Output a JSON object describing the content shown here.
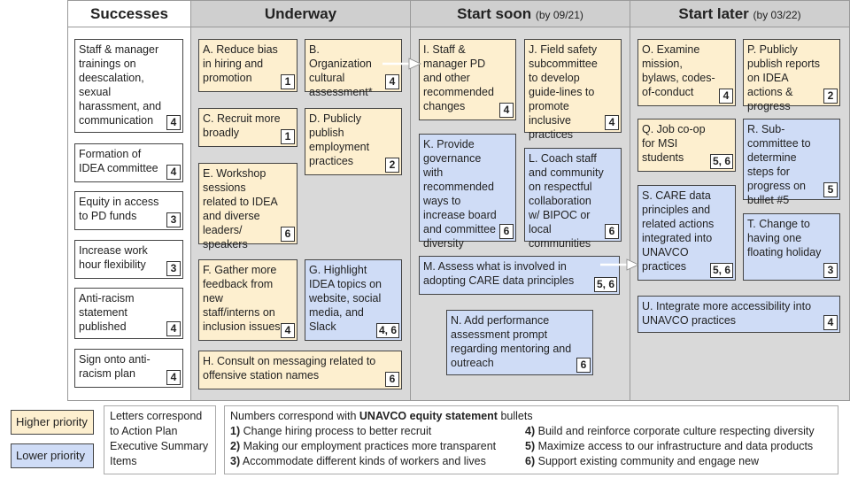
{
  "columns": {
    "successes": {
      "title": "Successes"
    },
    "underway": {
      "title": "Underway"
    },
    "start_soon": {
      "title": "Start soon",
      "sub": "(by 09/21)"
    },
    "start_later": {
      "title": "Start later",
      "sub": "(by 03/22)"
    }
  },
  "successes": [
    {
      "text": "Staff & manager trainings on deescalation, sexual harassment, and communication",
      "badge": "4"
    },
    {
      "text": "Formation of IDEA committee",
      "badge": "4"
    },
    {
      "text": "Equity in access to PD funds",
      "badge": "3"
    },
    {
      "text": "Increase work hour flexibility",
      "badge": "3"
    },
    {
      "text": "Anti-racism statement published",
      "badge": "4"
    },
    {
      "text": "Sign onto anti-racism plan",
      "badge": "4"
    }
  ],
  "underway": [
    {
      "text": "A. Reduce bias in hiring and promotion",
      "badge": "1"
    },
    {
      "text": "B. Organization cultural assessment*",
      "badge": "4"
    },
    {
      "text": "C. Recruit more broadly",
      "badge": "1"
    },
    {
      "text": "D. Publicly publish employment practices",
      "badge": "2"
    },
    {
      "text": "E. Workshop sessions related to IDEA and diverse leaders/ speakers",
      "badge": "6"
    },
    {
      "text": "F. Gather more feedback from new staff/interns on inclusion issues",
      "badge": "4"
    },
    {
      "text": "G. Highlight IDEA topics on website, social media, and Slack",
      "badge": "4, 6"
    },
    {
      "text": "H. Consult on messaging related to offensive station names",
      "badge": "6"
    }
  ],
  "start_soon": [
    {
      "text": "I. Staff & manager PD and other recommended changes",
      "badge": "4"
    },
    {
      "text": "J. Field safety subcommittee to develop guide-lines to promote inclusive practices",
      "badge": "4"
    },
    {
      "text": "K. Provide governance with recommended ways to increase board and committee diversity",
      "badge": "6"
    },
    {
      "text": "L. Coach staff and community on respectful collaboration w/ BIPOC or local communities",
      "badge": "6"
    },
    {
      "text": "M. Assess what is involved in adopting CARE data principles",
      "badge": "5, 6"
    },
    {
      "text": "N. Add performance assessment prompt regarding mentoring and outreach",
      "badge": "6"
    }
  ],
  "start_later": [
    {
      "text": "O. Examine mission, bylaws, codes-of-conduct",
      "badge": "4"
    },
    {
      "text": "P. Publicly publish reports on IDEA actions & progress",
      "badge": "2"
    },
    {
      "text": "Q. Job co-op for MSI students",
      "badge": "5, 6"
    },
    {
      "text": "R. Sub-committee to determine steps for progress on bullet #5",
      "badge": "5"
    },
    {
      "text": "S. CARE data principles and related actions integrated into UNAVCO practices",
      "badge": "5, 6"
    },
    {
      "text": "T. Change to having one floating holiday",
      "badge": "3"
    },
    {
      "text": "U. Integrate more accessibility into UNAVCO practices",
      "badge": "4"
    }
  ],
  "legend": {
    "higher": "Higher priority",
    "lower": "Lower priority",
    "letters_note": "Letters correspond to Action Plan Executive Summary Items",
    "numbers_intro": "Numbers correspond with",
    "numbers_bold": "UNAVCO equity statement",
    "numbers_tail": "bullets",
    "bullets": [
      {
        "n": "1)",
        "t": "Change hiring process to better recruit"
      },
      {
        "n": "2)",
        "t": "Making our employment practices more transparent"
      },
      {
        "n": "3)",
        "t": "Accommodate different kinds of workers and lives"
      },
      {
        "n": "4)",
        "t": "Build and reinforce corporate culture respecting diversity"
      },
      {
        "n": "5)",
        "t": "Maximize access to our infrastructure and data products"
      },
      {
        "n": "6)",
        "t": "Support existing community and engage new"
      }
    ]
  },
  "colors": {
    "higher": "#fdefcf",
    "lower": "#cfdcf6",
    "column_bg": "#d9d9d9"
  }
}
